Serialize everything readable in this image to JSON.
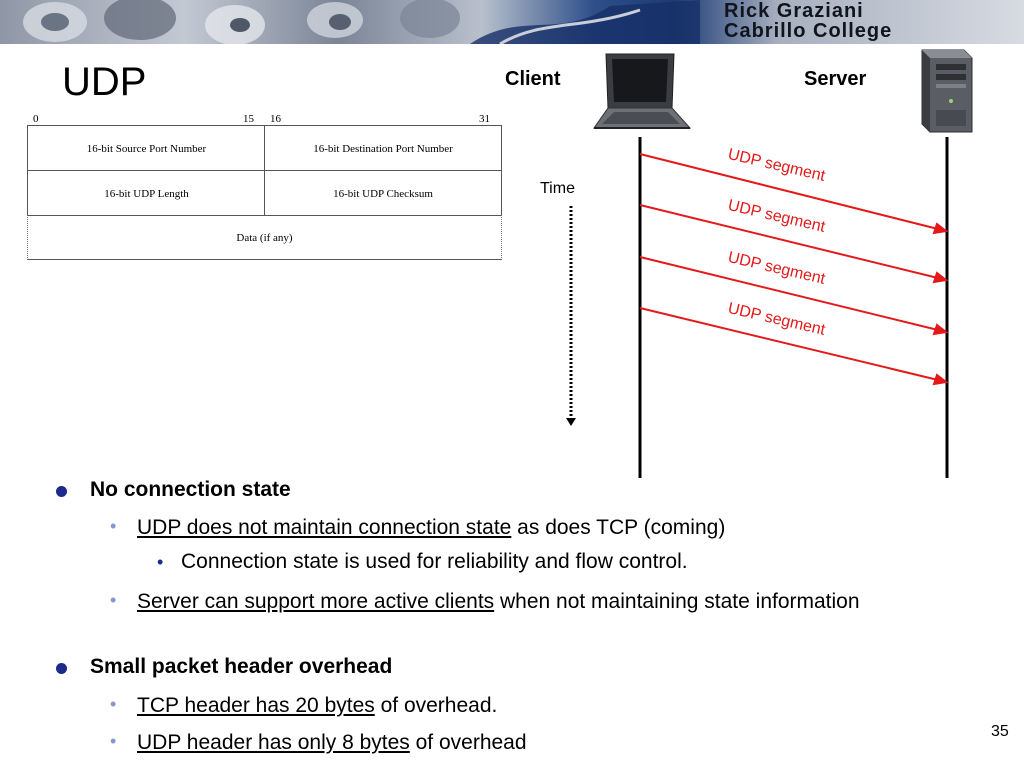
{
  "banner": {
    "name": "Rick Graziani",
    "college": "Cabrillo College"
  },
  "slide": {
    "title": "UDP",
    "page_number": "35"
  },
  "header_table": {
    "bits": [
      "0",
      "15",
      "16",
      "31"
    ],
    "row1": [
      "16-bit Source Port Number",
      "16-bit Destination Port Number"
    ],
    "row2": [
      "16-bit UDP Length",
      "16-bit UDP Checksum"
    ],
    "data": "Data (if any)"
  },
  "diagram": {
    "client_label": "Client",
    "server_label": "Server",
    "time_label": "Time",
    "segments": [
      "UDP segment",
      "UDP segment",
      "UDP segment",
      "UDP segment"
    ],
    "arrow_color": "#e4191a"
  },
  "bullets": {
    "b1": {
      "text": "No connection state"
    },
    "b1_1": {
      "underlined": "UDP does not maintain connection state",
      "rest": " as does TCP (coming)"
    },
    "b1_1_1": {
      "text": "Connection state is used for reliability and flow control."
    },
    "b1_2": {
      "underlined": "Server can support more active clients",
      "rest": " when not maintaining state information"
    },
    "b2": {
      "text": "Small packet header overhead"
    },
    "b2_1": {
      "underlined": "TCP header has 20 bytes",
      "rest": " of overhead."
    },
    "b2_2": {
      "underlined": "UDP header has only 8 bytes",
      "rest": " of overhead"
    }
  },
  "colors": {
    "accent_blue": "#1c2a8c",
    "sub_bullet": "#8a96d3"
  }
}
